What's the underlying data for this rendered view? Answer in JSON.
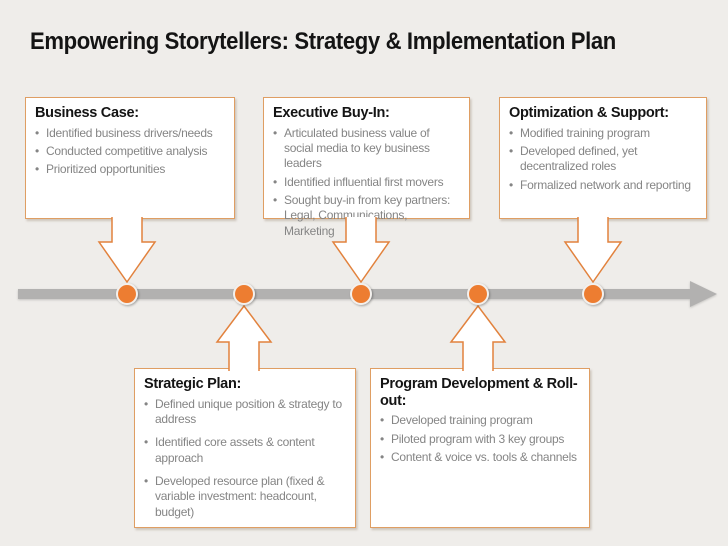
{
  "slide": {
    "title": "Empowering Storytellers: Strategy & Implementation Plan",
    "bullet_char": "•",
    "colors": {
      "background": "#EFEDEA",
      "box_fill": "#FFFFFF",
      "box_border": "#DF9E63",
      "accent_orange": "#ED7D31",
      "arrow_outline": "#E2823D",
      "timeline_gray": "#B2B1B0",
      "heading_text": "#141414",
      "bullet_text": "#858585"
    }
  },
  "timeline": {
    "milestone_count": 5
  },
  "boxes": [
    {
      "id": "business-case",
      "position": "above-timeline",
      "title": "Business Case:",
      "bullets": [
        "Identified business drivers/needs",
        "Conducted competitive analysis",
        "Prioritized opportunities"
      ]
    },
    {
      "id": "executive-buy-in",
      "position": "above-timeline",
      "title": "Executive Buy-In:",
      "bullets": [
        "Articulated business value of social media to key business leaders",
        "Identified influential first movers",
        "Sought buy-in from key partners: Legal, Communications, Marketing"
      ]
    },
    {
      "id": "optimization-support",
      "position": "above-timeline",
      "title": "Optimization & Support:",
      "bullets": [
        "Modified training program",
        "Developed defined, yet decentralized roles",
        "Formalized network and reporting"
      ]
    },
    {
      "id": "strategic-plan",
      "position": "below-timeline",
      "title": "Strategic Plan:",
      "bullets": [
        "Defined unique position & strategy to address",
        "Identified core assets & content approach",
        "Developed resource plan (fixed & variable investment: headcount, budget)"
      ]
    },
    {
      "id": "program-development-rollout",
      "position": "below-timeline",
      "title": "Program Development & Roll-out:",
      "bullets": [
        "Developed training program",
        "Piloted program with 3 key groups",
        "Content & voice vs. tools & channels"
      ]
    }
  ]
}
